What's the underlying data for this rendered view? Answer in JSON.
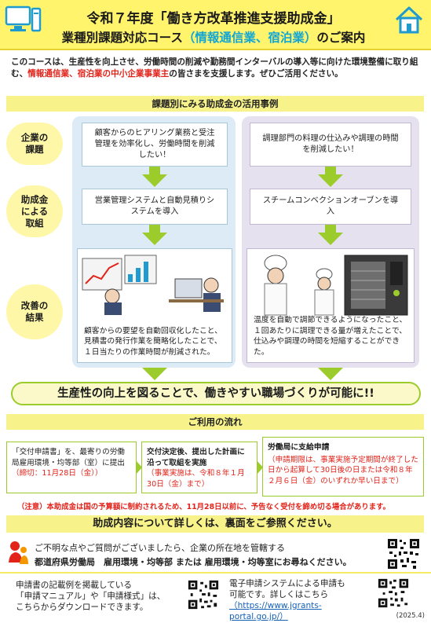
{
  "header": {
    "title_line1": "令和７年度「働き方改革推進支援助成金」",
    "title_line2_prefix": "業種別課題対応コース",
    "title_line2_highlight": "（情報通信業、宿泊業）",
    "title_line2_suffix": "のご案内"
  },
  "intro": {
    "part1": "このコースは、生産性を向上させ、労働時間の削減や勤務間インターバルの導入等に向けた環境整備に取り組む、",
    "highlight": "情報通信業、宿泊業の中小企業事業主",
    "part2": "の皆さまを支援します。ぜひご活用ください。"
  },
  "cases": {
    "heading": "課題別にみる助成金の活用事例",
    "labels": {
      "issue": "企業の課題",
      "action": "助成金による取組",
      "result": "改善の結果"
    },
    "left": {
      "issue": "顧客からのヒアリング業務と受注管理を効率化し、労働時間を削減したい！",
      "action": "営業管理システムと自動見積りシステムを導入",
      "result": "顧客からの要望を自動回収化したこと、見積書の発行作業を簡略化したことで、１日当たりの作業時間が削減された。"
    },
    "right": {
      "issue": "調理部門の料理の仕込みや調理の時間を削減したい！",
      "action": "スチームコンベクションオーブンを導入",
      "result": "温度を自動で調節できるようになったこと、１回あたりに調理できる量が増えたことで、仕込みや調理の時間を短縮することができた。"
    },
    "conclusion": "生産性の向上を図ることで、働きやすい職場づくりが可能に!!"
  },
  "flow": {
    "heading": "ご利用の流れ",
    "step1_text": "「交付申請書」を、最寄りの労働局雇用環境・均等部（室）に提出",
    "step1_deadline": "（締切：11月28日（金））",
    "step2_text": "交付決定後、提出した計画に沿って取組を実施",
    "step2_deadline": "（事業実施は、令和８年１月30日（金）まで）",
    "step3_title": "労働局に支給申請",
    "step3_text": "（申請期限は、事業実施予定期間が終了した日から起算して30日後の日または令和８年２月６日（金）のいずれか早い日まで）",
    "note": "（注意）本助成金は国の予算額に制約されるため、11月28日以前に、予告なく受付を締め切る場合があります。"
  },
  "details": {
    "bar": "助成内容について詳しくは、裏面をご参照ください。",
    "contact_line1": "ご不明な点やご質問がございましたら、企業の所在地を管轄する",
    "contact_line2": "都道府県労働局　雇用環境・均等部 または 雇用環境・均等室にお尋ねください。"
  },
  "footer": {
    "manual_line1": "申請書の記載例を掲載している",
    "manual_line2": "「申請マニュアル」や「申請様式」は、",
    "manual_line3": "こちらからダウンロードできます。",
    "erequest_line1": "電子申請システムによる申請も",
    "erequest_line2": "可能です。詳しくはこちら",
    "erequest_link": "（https://www.jgrants-portal.go.jp/）",
    "date": "(2025.4)"
  },
  "colors": {
    "header_bg": "#fff46b",
    "accent_green": "#9ccc2c",
    "accent_blue": "#12a6d6",
    "alert_red": "#e2231a",
    "band_yellow": "#f7f38a"
  }
}
